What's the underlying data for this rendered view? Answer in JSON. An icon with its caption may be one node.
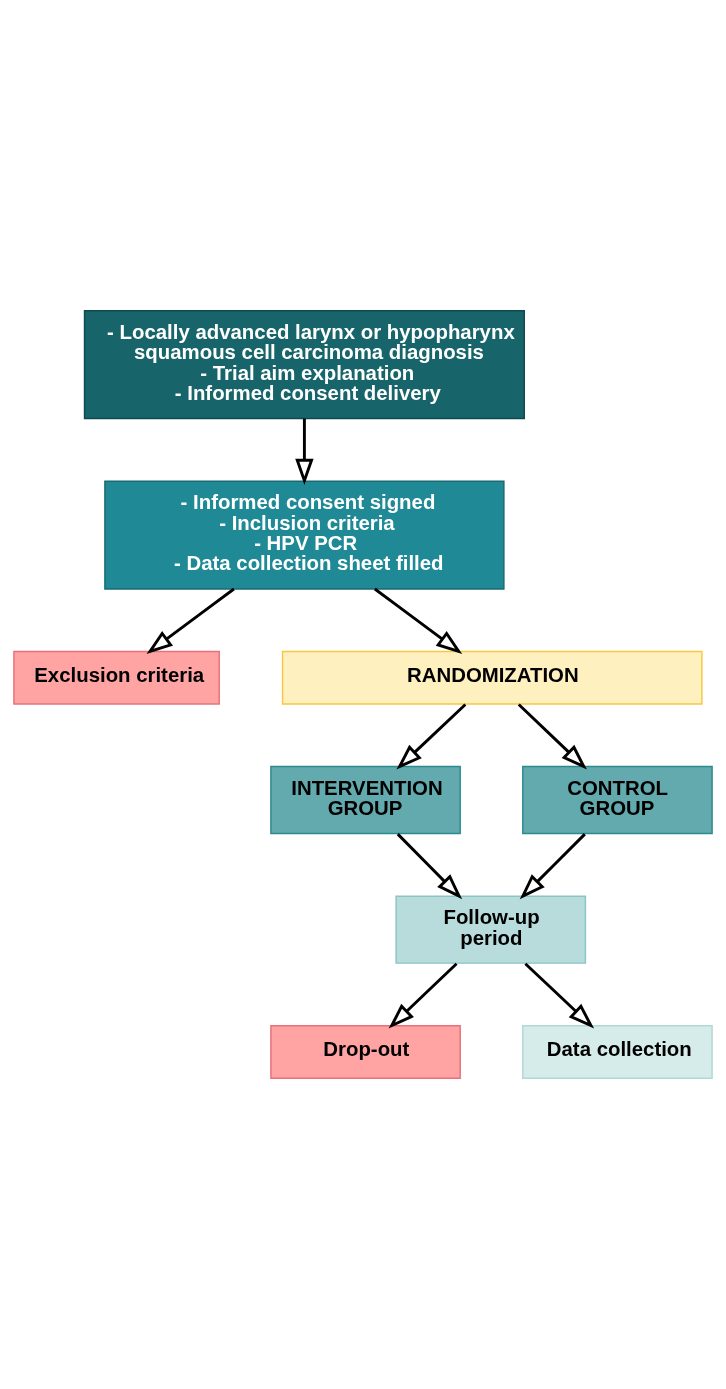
{
  "diagram": {
    "nodes": [
      {
        "text": [
          "- Locally advanced larynx or hypopharynx squamous cell carcinoma diagnosis",
          "- Trial aim explanation",
          "- Informed consent delivery"
        ]
      },
      {
        "text": [
          "- Informed consent signed",
          "- Inclusion criteria",
          "- HPV PCR",
          "- Data collection sheet filled"
        ]
      },
      {
        "text": [
          "Exclusion criteria"
        ]
      },
      {
        "text": [
          "RANDOMIZATION"
        ]
      },
      {
        "text": [
          "INTERVENTION GROUP"
        ]
      },
      {
        "text": [
          "CONTROL GROUP"
        ]
      },
      {
        "text": [
          "Follow-up period"
        ]
      },
      {
        "text": [
          "Drop-out"
        ]
      },
      {
        "text": [
          "Data collection"
        ]
      }
    ],
    "edges": [
      {
        "from": 0,
        "to": 1,
        "arrow": "to"
      },
      {
        "from": 1,
        "to": 2,
        "arrow": "to"
      },
      {
        "from": 1,
        "to": 3,
        "arrow": "to"
      },
      {
        "from": 3,
        "to": 4,
        "arrow": "to"
      },
      {
        "from": 3,
        "to": 5,
        "arrow": "to"
      },
      {
        "from": 4,
        "to": 6,
        "arrow": "to"
      },
      {
        "from": 5,
        "to": 6,
        "arrow": "to"
      },
      {
        "from": 6,
        "to": 7,
        "arrow": "to"
      },
      {
        "from": 6,
        "to": 8,
        "arrow": "to"
      }
    ]
  }
}
